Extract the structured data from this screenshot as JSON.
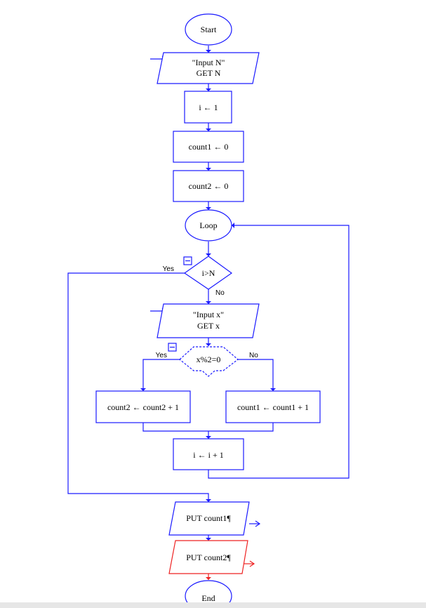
{
  "flowchart": {
    "start": "Start",
    "input_n_line1": "\"Input N\"",
    "input_n_line2": "GET N",
    "init_i": "i ← 1",
    "init_count1": "count1 ← 0",
    "init_count2": "count2 ← 0",
    "loop": "Loop",
    "cond_i": "i>N",
    "cond_i_yes": "Yes",
    "cond_i_no": "No",
    "input_x_line1": "\"Input x\"",
    "input_x_line2": "GET x",
    "cond_x": "x%2=0",
    "cond_x_yes": "Yes",
    "cond_x_no": "No",
    "inc_count2": "count2 ← count2 + 1",
    "inc_count1": "count1 ← count1 + 1",
    "inc_i": "i ← i + 1",
    "put_count1": "PUT count1¶",
    "put_count2": "PUT count2¶",
    "end": "End"
  },
  "colors": {
    "node_stroke": "#1a1aff",
    "selected_stroke": "#ee2222"
  }
}
